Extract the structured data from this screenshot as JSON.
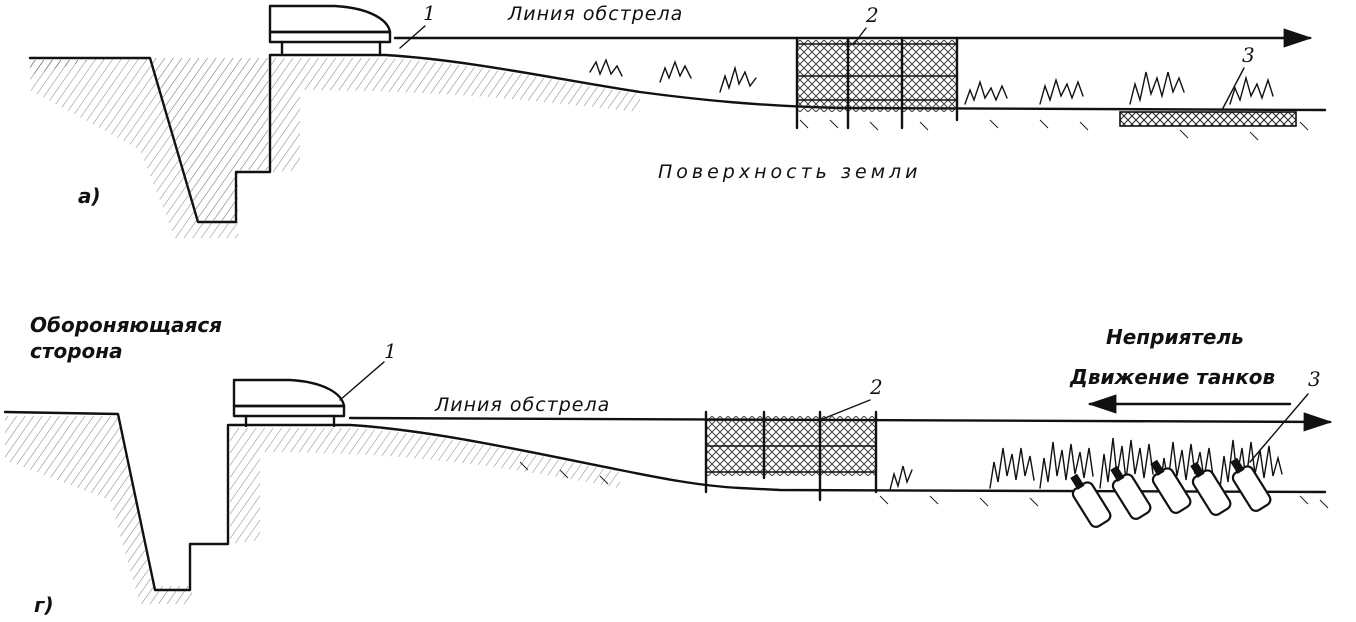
{
  "panel_a": {
    "letter": "a)",
    "fire_line_label": "Линия обстрела",
    "ground_label": "Поверхность земли",
    "callouts": [
      "1",
      "2",
      "3"
    ]
  },
  "panel_g": {
    "letter": "г)",
    "defending_side_label": "Обороняющаяся сторона",
    "defending_side_lines": [
      "Обороняющаяся",
      "сторона"
    ],
    "enemy_label": "Неприятель",
    "tank_movement_label": "Движение танков",
    "fire_line_label": "Линия обстрела",
    "callouts": [
      "1",
      "2",
      "3"
    ]
  }
}
